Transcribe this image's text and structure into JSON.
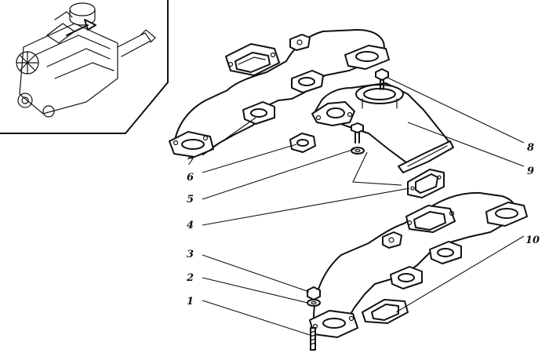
{
  "callouts": {
    "c1": "1",
    "c2": "2",
    "c3": "3",
    "c4": "4",
    "c5": "5",
    "c6": "6",
    "c7": "7",
    "c8": "8",
    "c9": "9",
    "c10": "10"
  },
  "colors": {
    "line": "#111111",
    "background": "#ffffff"
  },
  "icons": {
    "engine_inset": "engine-locator-icon",
    "locator_arrow": "arrow-icon"
  }
}
